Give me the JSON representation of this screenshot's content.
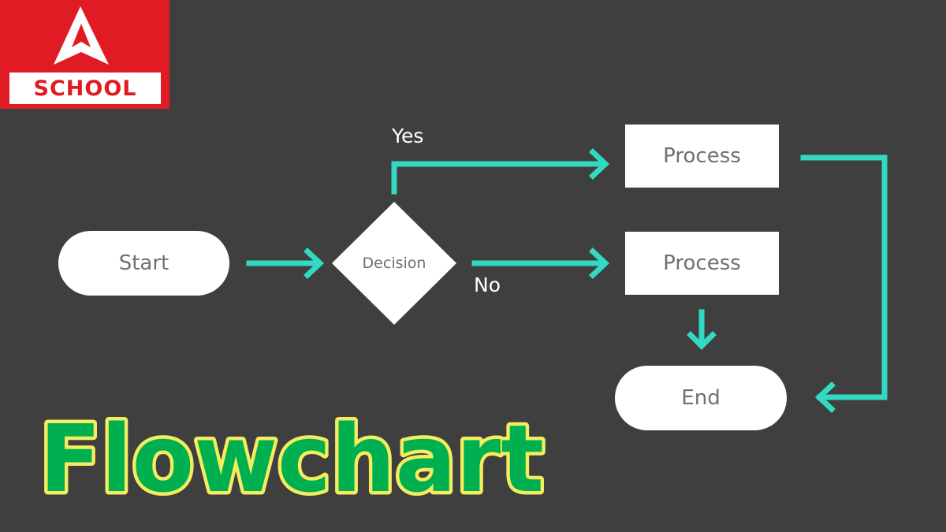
{
  "logo": {
    "text": "SCHOOL"
  },
  "diagram": {
    "start": "Start",
    "decision": "Decision",
    "yes": "Yes",
    "no": "No",
    "process_top": "Process",
    "process_bottom": "Process",
    "end": "End"
  },
  "title": "Flowchart",
  "colors": {
    "background": "#3f3f3f",
    "logo_red": "#e01b24",
    "arrow_teal": "#33d9c3",
    "title_green": "#00b050",
    "title_outline": "#f5ec5e"
  }
}
